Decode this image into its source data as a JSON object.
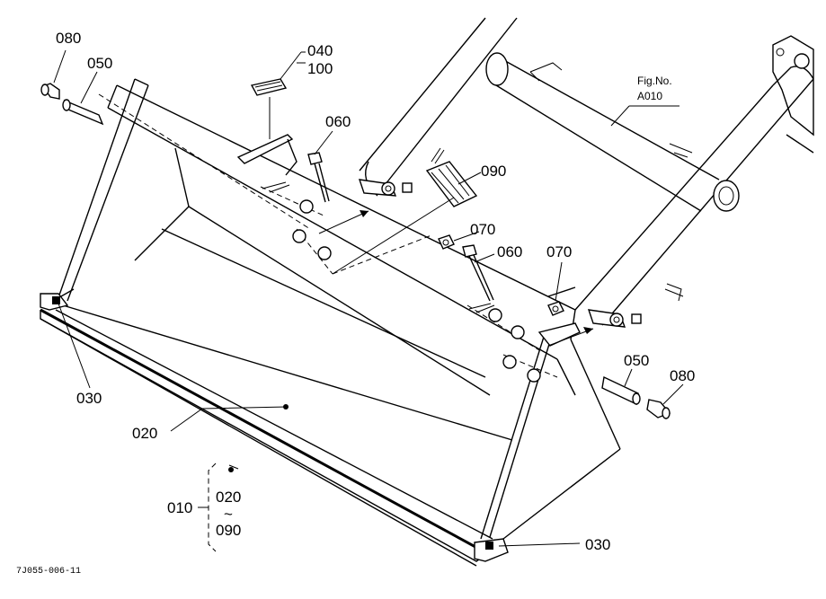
{
  "fig": {
    "line1": "Fig.No.",
    "line2": "A010"
  },
  "labels": {
    "p080_left": "080",
    "p050_left": "050",
    "p040": "040",
    "p100": "100",
    "p060_top": "060",
    "p090": "090",
    "p070_mid": "070",
    "p060_mid": "060",
    "p070_right": "070",
    "p050_right": "050",
    "p080_right": "080",
    "p030_left": "030",
    "p020": "020",
    "p010": "010",
    "p020_range_start": "020",
    "p_range_sep": "~",
    "p090_range_end": "090",
    "p030_bottom": "030"
  },
  "drawing_code": "7J055-006-11"
}
